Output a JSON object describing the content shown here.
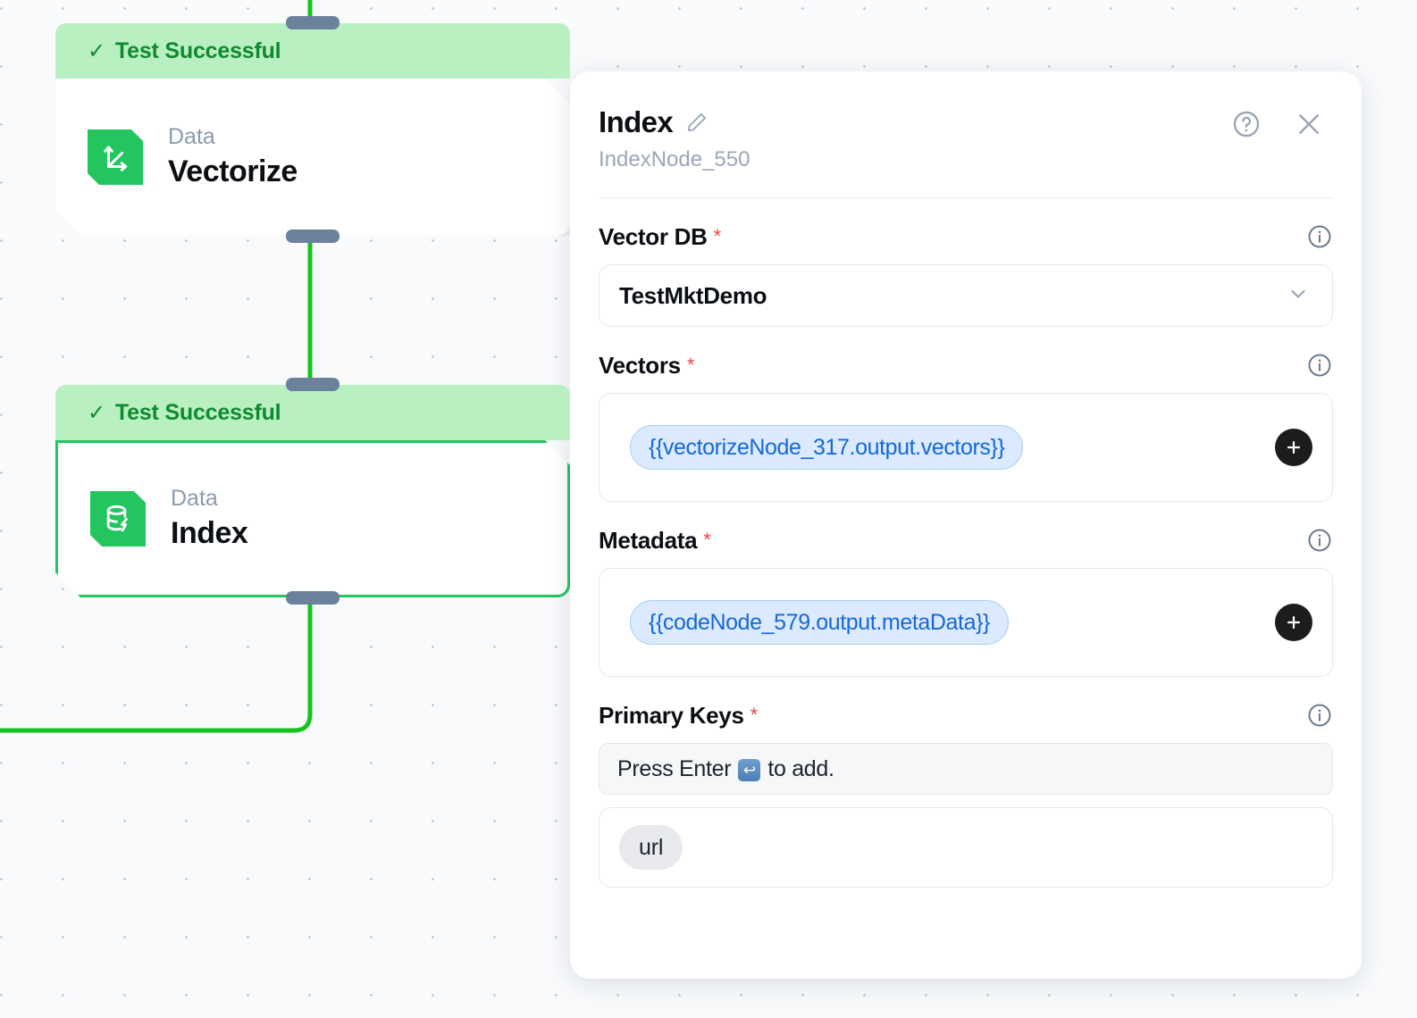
{
  "canvas": {
    "nodes": [
      {
        "status": "Test Successful",
        "status_icon": "check-icon",
        "kind": "Data",
        "title": "Vectorize",
        "icon": "vector-axes-icon",
        "selected": false
      },
      {
        "status": "Test Successful",
        "status_icon": "check-icon",
        "kind": "Data",
        "title": "Index",
        "icon": "database-bolt-icon",
        "selected": true
      }
    ],
    "edge_color": "#16c31e",
    "handle_color": "#6c829c"
  },
  "panel": {
    "title": "Index",
    "edit_icon": "pencil-icon",
    "subtitle": "IndexNode_550",
    "help_icon": "help-circle-icon",
    "close_icon": "close-icon",
    "fields": [
      {
        "label": "Vector DB",
        "required": "*",
        "info_icon": "info-icon",
        "type": "select",
        "value": "TestMktDemo",
        "chevron_icon": "chevron-down-icon"
      },
      {
        "label": "Vectors",
        "required": "*",
        "info_icon": "info-icon",
        "type": "token",
        "token": "{{vectorizeNode_317.output.vectors}}",
        "add_icon": "plus-icon"
      },
      {
        "label": "Metadata",
        "required": "*",
        "info_icon": "info-icon",
        "type": "token",
        "token": "{{codeNode_579.output.metaData}}",
        "add_icon": "plus-icon"
      },
      {
        "label": "Primary Keys",
        "required": "*",
        "info_icon": "info-icon",
        "type": "tags",
        "placeholder_before": "Press Enter",
        "placeholder_key": "↩",
        "placeholder_after": "to add.",
        "tags": [
          "url"
        ]
      }
    ]
  },
  "colors": {
    "accent_green": "#22c55e",
    "banner_green": "#b9f0c2",
    "status_text_green": "#108a2e",
    "token_blue": "#1668d8",
    "required_red": "#ef4444"
  }
}
